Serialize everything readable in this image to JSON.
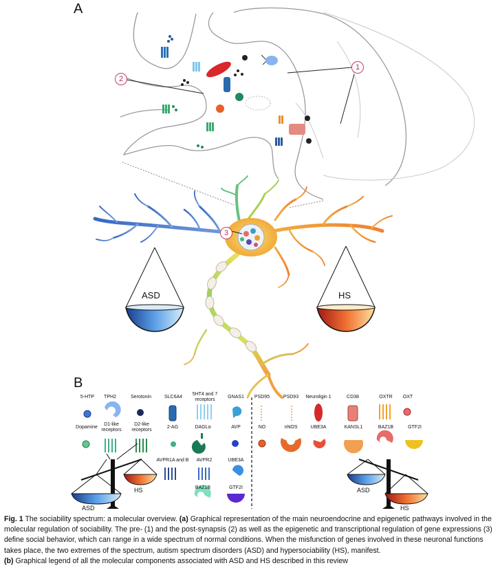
{
  "panel_a_label": "A",
  "panel_b_label": "B",
  "callouts": {
    "one": "1",
    "two": "2",
    "three": "3"
  },
  "balance_main": {
    "left": "ASD",
    "right": "HS"
  },
  "legend_row1": [
    "5-HTP",
    "TPH2",
    "Serotonin",
    "SLC6A4",
    "5HT4 and 7 receptors",
    "GNAS1"
  ],
  "legend_row2": [
    "Dopamine",
    "D1-like receptors",
    "D2-like receptors",
    "2-AG",
    "DAGLα",
    "AVP"
  ],
  "legend_row3": [
    "AVPR1A and B",
    "AVPR2",
    "UBE3A"
  ],
  "legend_row4": [
    "BAZ1B",
    "GTF2I"
  ],
  "legend_right_row1": [
    "PSD95",
    "PSD93",
    "Neuroligin 1",
    "CD38",
    "OXTR",
    "OXT"
  ],
  "legend_right_row2": [
    "NO",
    "nNOS",
    "UBE3A",
    "KANSL1",
    "BAZ1B",
    "GTF2I"
  ],
  "small_balance_left": {
    "left": "ASD",
    "right": "HS"
  },
  "small_balance_right": {
    "left": "ASD",
    "right": "HS"
  },
  "caption": {
    "fig_label": "Fig. 1",
    "title": "The sociability spectrum: a molecular overview.",
    "a_label": "(a)",
    "a_text": "Graphical representation of the main neuroendocrine and epigenetic pathways involved in the molecular regulation of sociability. The pre- (1) and the post-synapsis (2) as well as the epigenetic and transcriptional regulation of gene expressions (3) define social behavior, which can range in a wide spectrum of normal conditions. When the misfunction of genes involved in these neuronal functions takes place, the two extremes of the spectrum, autism spectrum disorders (ASD) and hypersociability (HS), manifest.",
    "b_label": "(b)",
    "b_text": "Graphical legend of all the molecular components associated with ASD and HS described in this review"
  },
  "colors": {
    "asd_blue": "#3d7fd1",
    "hs_orange": "#f0a030",
    "hs_red": "#c8302a",
    "neuron_green": "#7cc84a"
  }
}
